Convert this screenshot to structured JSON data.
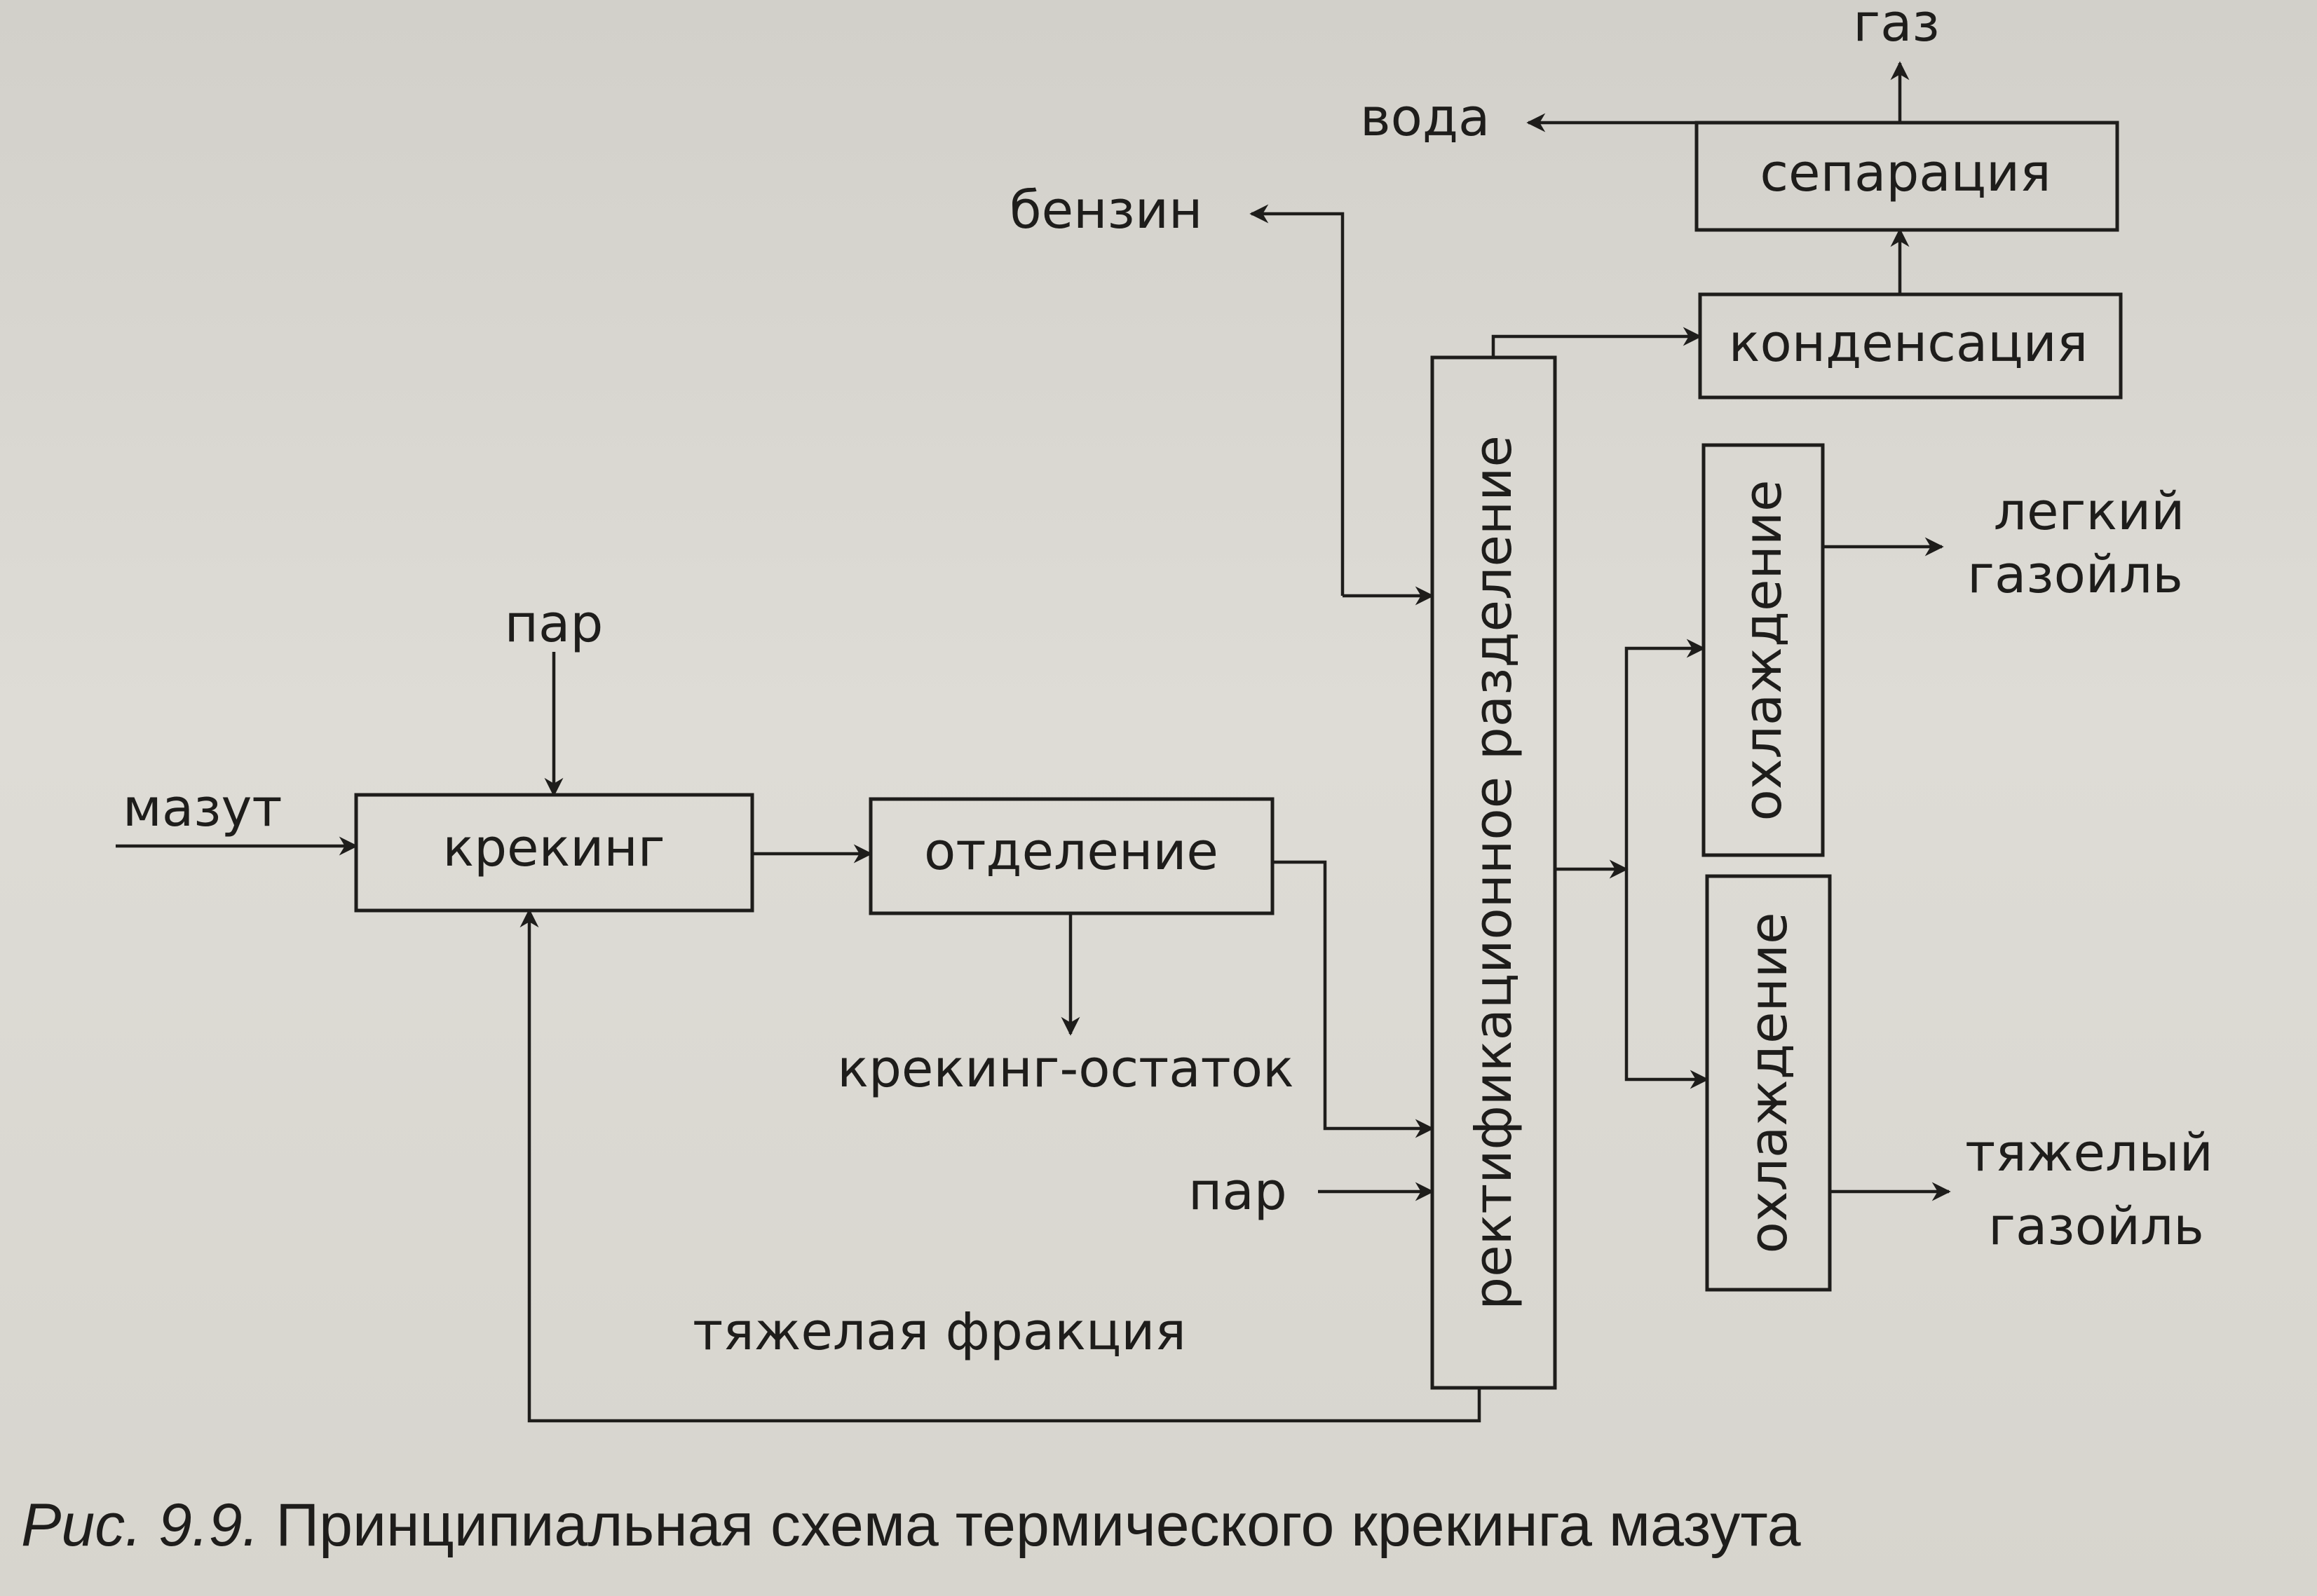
{
  "nodes": {
    "cracking": "крекинг",
    "separation": "отделение",
    "rectification": "ректификационное разделение",
    "condensation": "конденсация",
    "gas_separation": "сепарация",
    "cooling_1": "охлаждение",
    "cooling_2": "охлаждение"
  },
  "labels": {
    "fuel_oil": "мазут",
    "steam_top": "пар",
    "steam_bottom": "пар",
    "cracking_residue": "крекинг-остаток",
    "heavy_fraction": "тяжелая фракция",
    "gasoline": "бензин",
    "water": "вода",
    "gas": "газ",
    "light_gasoil_1": "легкий",
    "light_gasoil_2": "газойль",
    "heavy_gasoil_1": "тяжелый",
    "heavy_gasoil_2": "газойль"
  },
  "caption": {
    "prefix": "Рис. 9.9.",
    "text": "Принципиальная схема термического крекинга мазута"
  }
}
